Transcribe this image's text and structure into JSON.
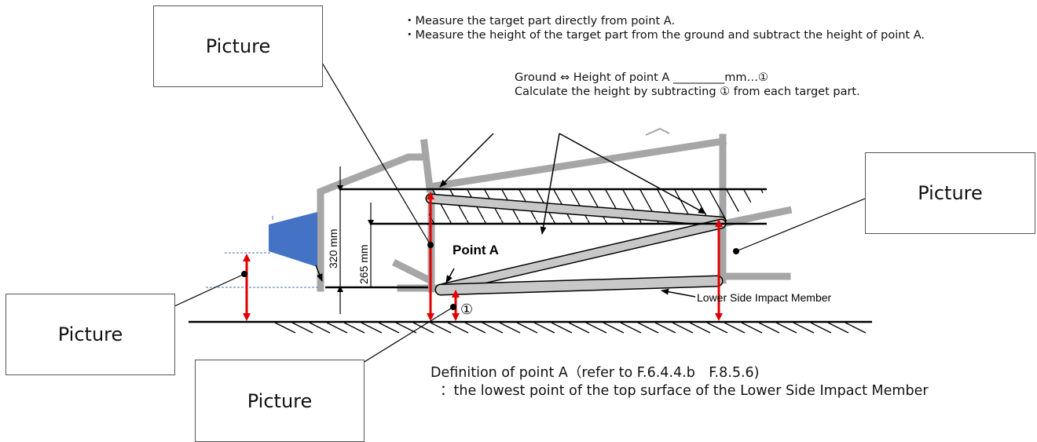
{
  "picture_boxes": {
    "top_left": "Picture",
    "right": "Picture",
    "left": "Picture",
    "bottom": "Picture"
  },
  "instructions": {
    "line1": "・Measure the target part directly from point A.",
    "line2": "・Measure the height of the target part from the ground and subtract the height of point A.",
    "line3": "Ground ⇔ Height of point A  _________mm…①",
    "line4": "Calculate the height by subtracting ① from each target part."
  },
  "diagram": {
    "dim_320": "320 mm",
    "dim_265": "265 mm",
    "point_a_label": "Point A",
    "circle_one": "①",
    "lower_member_label": "Lower Side Impact Member"
  },
  "definition": {
    "line1": "Definition of point A（refer to F.6.4.4.b　F.8.5.6)",
    "line2": "：the lowest point of the top surface of the Lower Side Impact Member"
  },
  "colors": {
    "frame": "#a6a6a6",
    "arrow": "#e00000",
    "seat": "#4472c4"
  }
}
